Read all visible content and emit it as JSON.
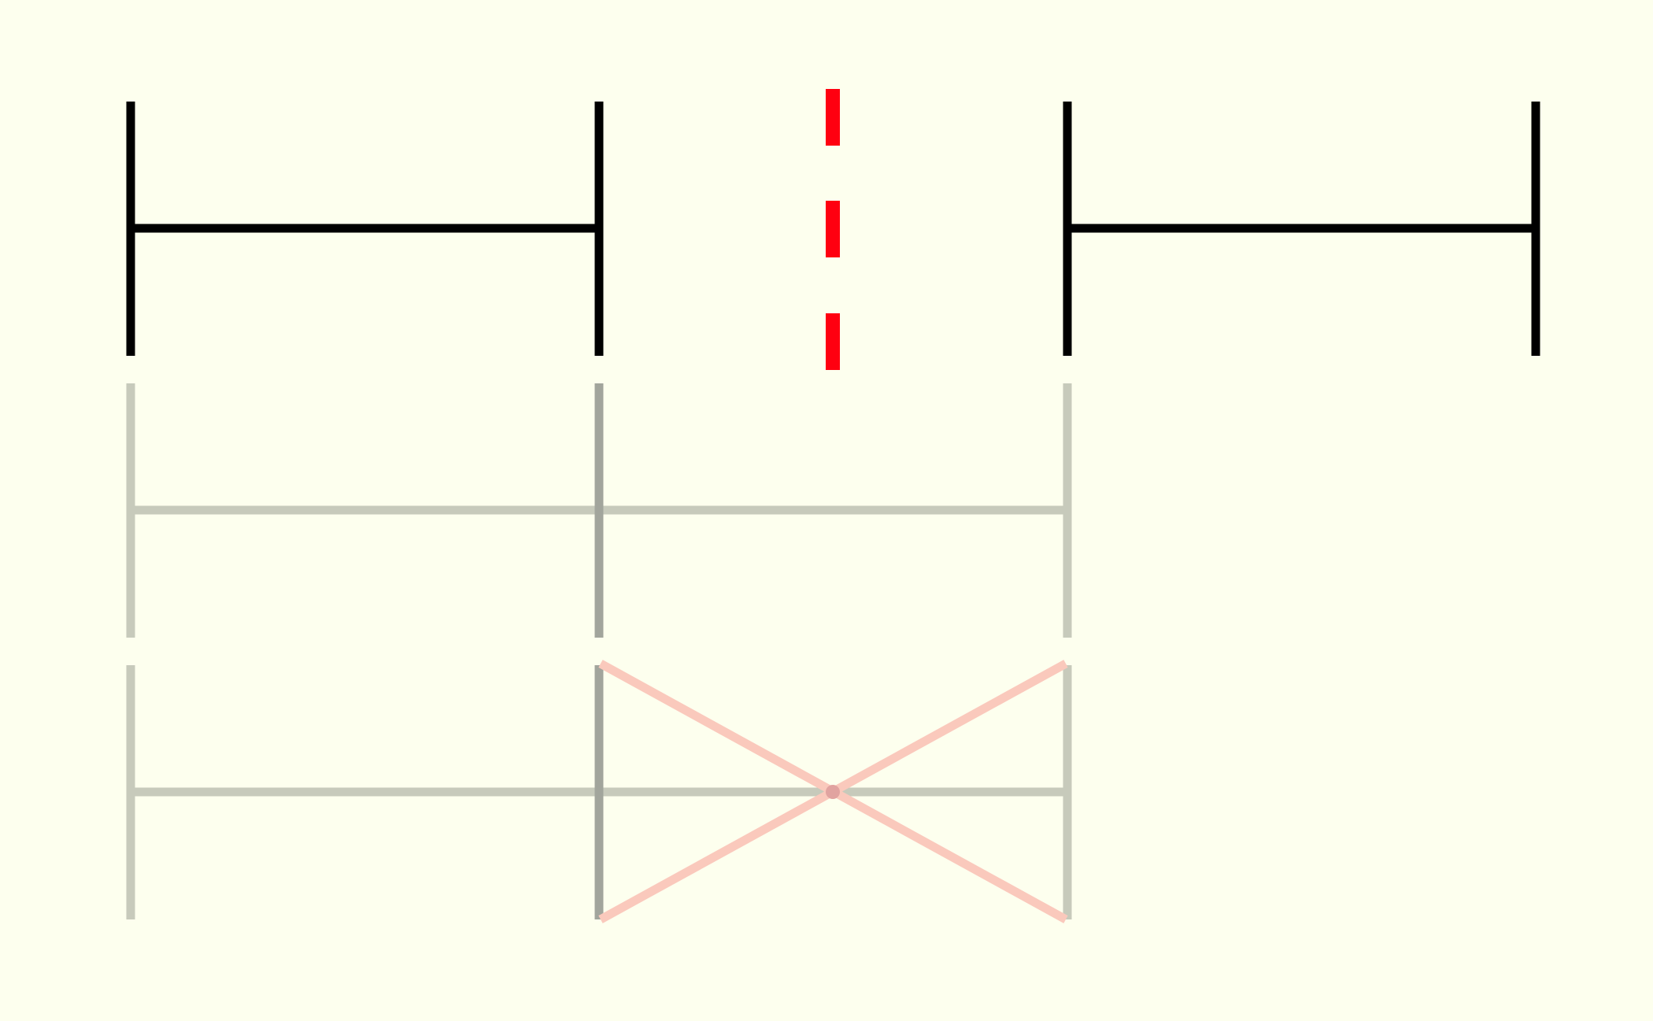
{
  "colors": {
    "background": "#fdffee",
    "solid_stroke": "#000000",
    "ghost_light_stroke": "#c7cabb",
    "ghost_dark_stroke": "#a2a59c",
    "cross_stroke": "#fac9bc",
    "center_marker": "#ff0010"
  },
  "diagram": {
    "top_row": {
      "segments": 2,
      "style": "solid"
    },
    "center_marker": {
      "style": "dashed",
      "dashes": 3
    },
    "middle_row": {
      "style": "faded"
    },
    "bottom_row": {
      "style": "faded",
      "crossed_out": true
    }
  }
}
